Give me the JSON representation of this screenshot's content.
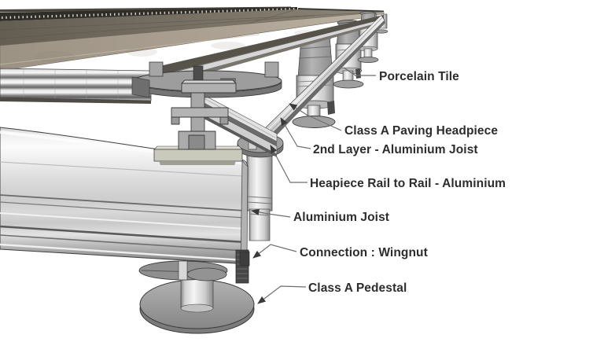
{
  "diagram": {
    "background": "#ffffff",
    "text_color": "#2d2d2d",
    "leader_color": "#6f6f6f",
    "callouts": [
      {
        "id": "porcelain-tile",
        "label": "Porcelain Tile"
      },
      {
        "id": "paving-headpiece",
        "label": "Class A Paving Headpiece"
      },
      {
        "id": "second-layer-joist",
        "label": "2nd Layer - Aluminium Joist"
      },
      {
        "id": "headpiece-rail",
        "label": "Heapiece Rail to Rail - Aluminium"
      },
      {
        "id": "aluminium-joist",
        "label": "Aluminium Joist"
      },
      {
        "id": "wingnut-connection",
        "label": "Connection : Wingnut"
      },
      {
        "id": "class-a-pedestal",
        "label": "Class A Pedestal"
      }
    ],
    "colors": {
      "tile_top": "#6e6759",
      "tile_face": "#a89e8f",
      "metal_light": "#f2f2f2",
      "metal_mid": "#bdbdbd",
      "metal_dark": "#6f6f6f",
      "outline": "#3a3a3a"
    }
  }
}
